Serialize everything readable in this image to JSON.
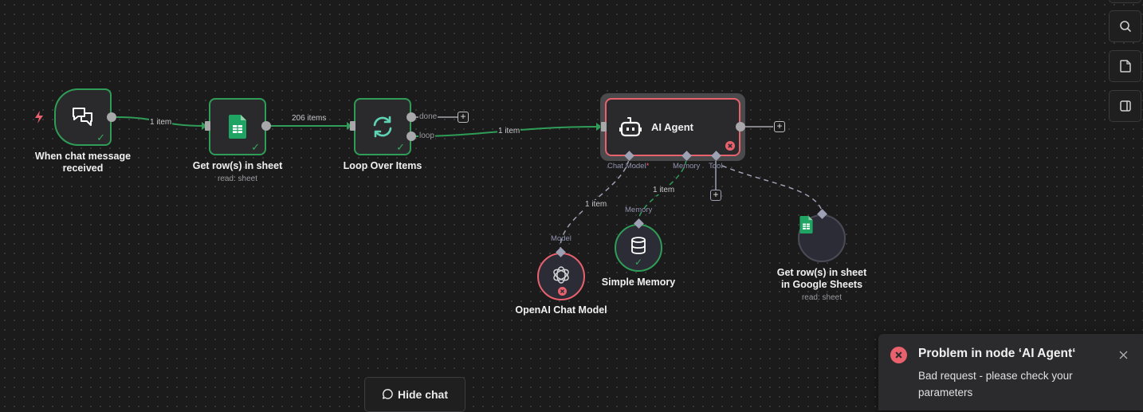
{
  "colors": {
    "success": "#2f9d57",
    "error": "#e8616d",
    "canvas_bg": "#1b1b1c",
    "node_bg": "#2a2a2c",
    "sub_node_bg": "#2b2c36",
    "sub_port": "#9ea0b3",
    "sheets_green": "#1fa463",
    "loop_teal": "#5ed3b4"
  },
  "nodes": {
    "trigger": {
      "label": "When chat message received",
      "label_line1": "When chat message",
      "label_line2": "received",
      "icon": "chat-bubbles-icon",
      "status": "success",
      "trigger_icon": "lightning-icon"
    },
    "get_rows": {
      "label": "Get row(s) in sheet",
      "sublabel": "read: sheet",
      "icon": "google-sheets-icon",
      "status": "success"
    },
    "loop": {
      "label": "Loop Over Items",
      "icon": "refresh-icon",
      "status": "success",
      "outputs": [
        "done",
        "loop"
      ]
    },
    "agent": {
      "label": "AI Agent",
      "icon": "robot-icon",
      "status": "error",
      "ports": {
        "chat_model": "Chat Model",
        "required_mark": "*",
        "memory": "Memory",
        "tool": "Tool"
      }
    },
    "openai": {
      "label": "OpenAI Chat Model",
      "port": "Model",
      "icon": "openai-icon",
      "status": "error"
    },
    "memory": {
      "label": "Simple Memory",
      "port": "Memory",
      "icon": "database-icon",
      "status": "success"
    },
    "sheets_tool": {
      "label_line1": "Get row(s) in sheet",
      "label_line2": "in Google Sheets",
      "sublabel": "read: sheet",
      "icon": "google-sheets-icon",
      "status": "idle"
    }
  },
  "edges": {
    "trigger_to_rows": "1 item",
    "rows_to_loop": "206 items",
    "loop_to_agent": "1 item",
    "openai_to_agent": "1 item",
    "memory_to_agent": "1 item"
  },
  "toolbar": {
    "buttons": [
      "search-icon",
      "sticky-note-icon",
      "panel-toggle-icon"
    ]
  },
  "chat_button": {
    "label": "Hide chat",
    "icon": "chat-bubble-icon"
  },
  "toast": {
    "title": "Problem in node ‘AI Agent‘",
    "message": "Bad request - please check your parameters",
    "icon": "error-circle-icon"
  }
}
